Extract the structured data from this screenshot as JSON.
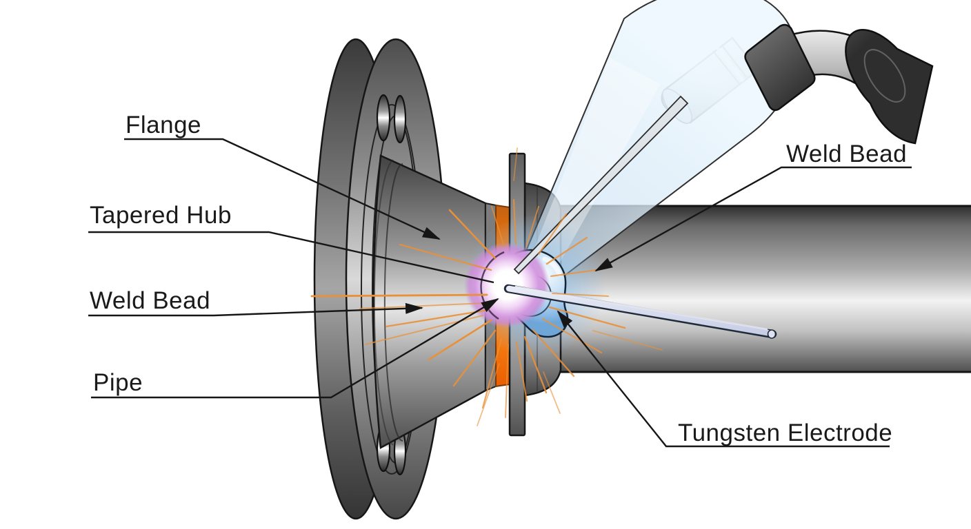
{
  "diagram": {
    "labels": {
      "flange": "Flange",
      "tapered_hub": "Tapered Hub",
      "weld_bead_left": "Weld Bead",
      "pipe": "Pipe",
      "weld_bead_right": "Weld Bead",
      "tungsten_electrode": "Tungsten Electrode"
    },
    "colors": {
      "background": "#ffffff",
      "line": "#161616",
      "label_ink": "#1a1a1a",
      "steel_dark": "#474747",
      "steel_mid": "#9a9a9a",
      "steel_light": "#e6e6e6",
      "hot_orange": "#ff7a00",
      "spark_orange": "#e8913a",
      "arc_purple": "#d49ae0",
      "arc_core_white": "#ffffff",
      "pool_blue": "#8fc0ea",
      "shield_gas_blue": "#d9eaf7",
      "torch_dark": "#2e2e2e",
      "rod_lavender": "#c7cde5"
    }
  }
}
